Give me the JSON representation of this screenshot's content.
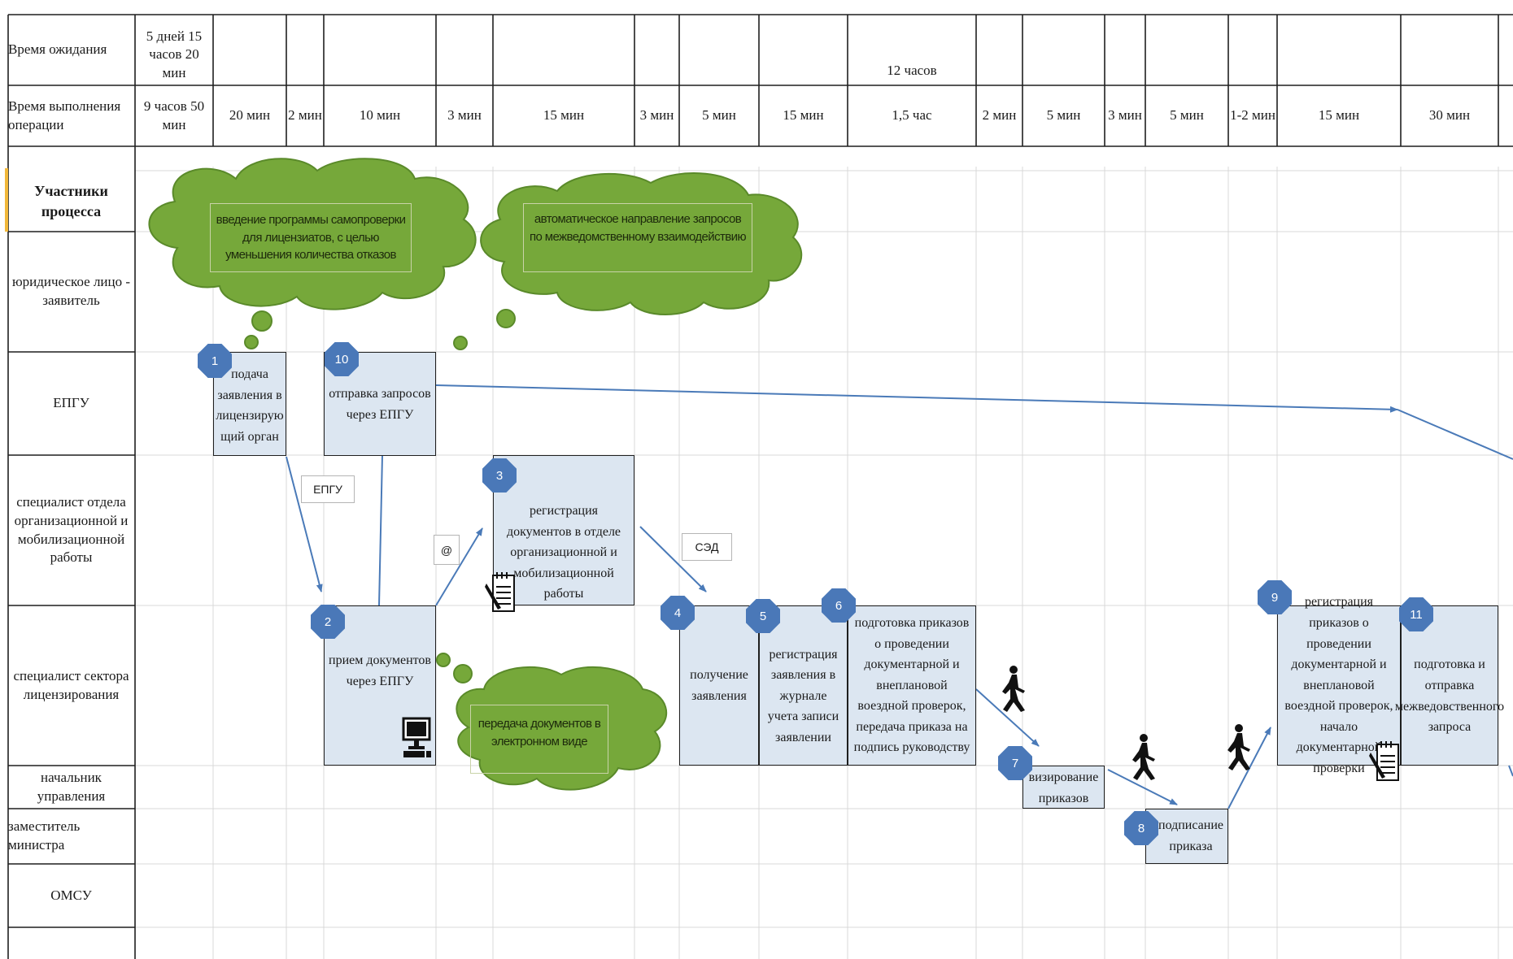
{
  "header": {
    "wait_label": "Время ожидания",
    "exec_label": "Время выполнения операции",
    "wait_total": "5 дней 15 часов 20 мин",
    "wait_mid": "12 часов",
    "exec_total": "9 часов 50 мин",
    "exec_times": [
      "20 мин",
      "2 мин",
      "10 мин",
      "3 мин",
      "15 мин",
      "3 мин",
      "5 мин",
      "15 мин",
      "1,5 час",
      "2 мин",
      "5 мин",
      "3 мин",
      "5 мин",
      "1-2 мин",
      "15 мин",
      "30 мин"
    ]
  },
  "lanes": {
    "participants": "Участники процесса",
    "applicant": "юридическое лицо - заявитель",
    "epgu": "ЕПГУ",
    "org_dept": "специалист отдела организационной и мобилизационной работы",
    "licensing": "специалист сектора лицензирования",
    "head": "начальник управления",
    "deputy": "заместитель министра",
    "omsu": "ОМСУ"
  },
  "steps": {
    "s1": {
      "num": "1",
      "text": "подача заявления в лицензирую щий орган"
    },
    "s2": {
      "num": "2",
      "text": "прием документов через ЕПГУ"
    },
    "s3": {
      "num": "3",
      "text": "регистрация документов в отделе организационной и мобилизационной работы"
    },
    "s4": {
      "num": "4",
      "text": "получение заявления"
    },
    "s5": {
      "num": "5",
      "text": "регистрация заявления в журнале учета записи заявлении"
    },
    "s6": {
      "num": "6",
      "text": "подготовка приказов о проведении документарной и внеплановой воездной проверок, передача приказа на подпись руководству"
    },
    "s7": {
      "num": "7",
      "text": "визирование приказов"
    },
    "s8": {
      "num": "8",
      "text": "подписание приказа"
    },
    "s9": {
      "num": "9",
      "text": "регистрация приказов о проведении документарной и внеплановой воездной проверок, начало документарной проверки"
    },
    "s10": {
      "num": "10",
      "text": "отправка запросов через ЕПГУ"
    },
    "s11": {
      "num": "11",
      "text": "подготовка и отправка межведовственного запроса"
    }
  },
  "tags": {
    "epgu": "ЕПГУ",
    "at": "@",
    "sed": "СЭД"
  },
  "clouds": {
    "c1": "введение программы самопроверки для лицензиатов, с целью уменьшения количества отказов",
    "c2": "автоматическое направление запросов по межведомственному взаимодействию",
    "c3": "передача документов в электронном виде"
  },
  "colors": {
    "box_fill": "#dce6f1",
    "badge": "#4a78b8",
    "arrow": "#4a7ab8",
    "cloud_fill": "#76a83a",
    "cloud_stroke": "#5a8a2a",
    "grid_light": "#d9d9d9",
    "grid_dark": "#1f1f1f",
    "highlight": "#f2b83a"
  },
  "icons": [
    "notepad-icon",
    "computer-icon",
    "walking-person-icon"
  ]
}
